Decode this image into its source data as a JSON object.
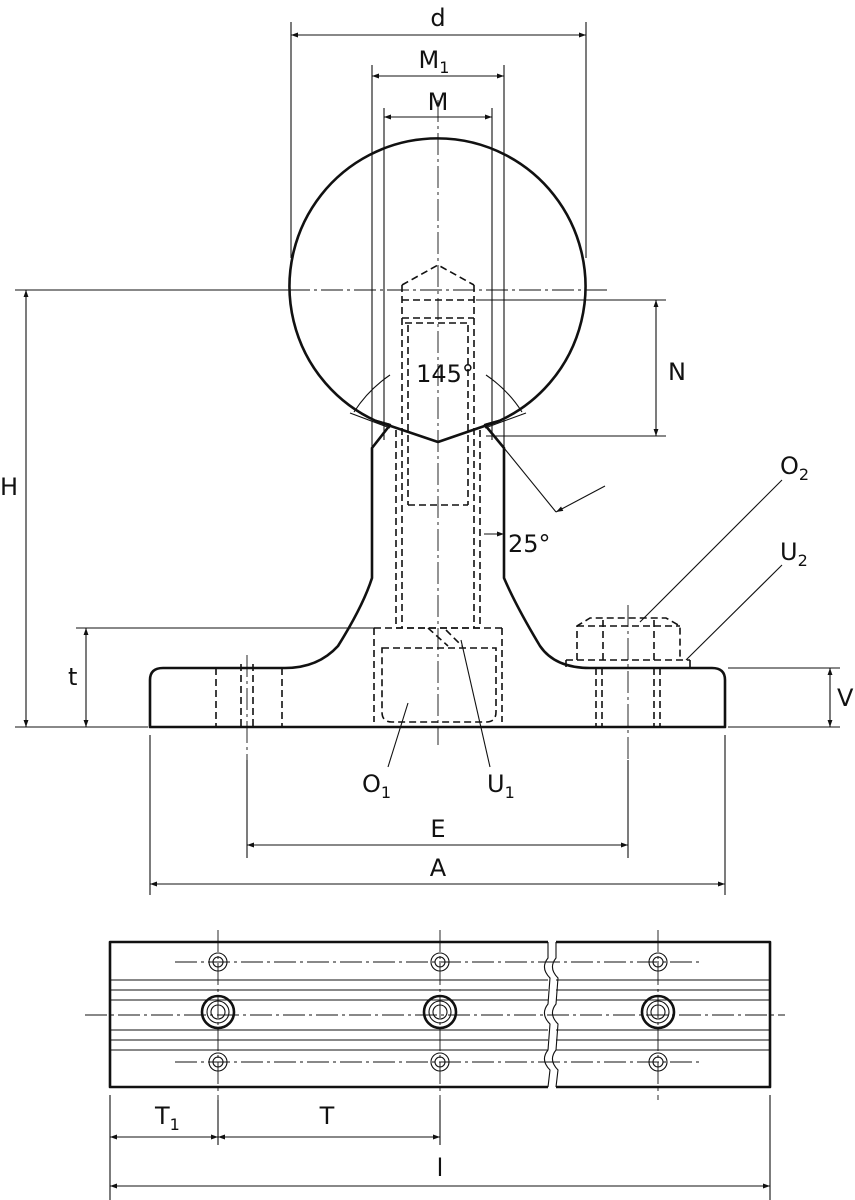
{
  "drawing": {
    "dimensions": {
      "d": "d",
      "m1": "M",
      "m1_sub": "1",
      "m": "M",
      "n": "N",
      "h": "H",
      "t": "t",
      "v": "V",
      "e": "E",
      "a": "A",
      "t1": "T",
      "t1_sub": "1",
      "t_pitch": "T",
      "l": "l"
    },
    "angles": {
      "top": "145°",
      "side": "25°"
    },
    "callouts": {
      "o1": "O",
      "o1_sub": "1",
      "u1": "U",
      "u1_sub": "1",
      "o2": "O",
      "o2_sub": "2",
      "u2": "U",
      "u2_sub": "2"
    }
  }
}
